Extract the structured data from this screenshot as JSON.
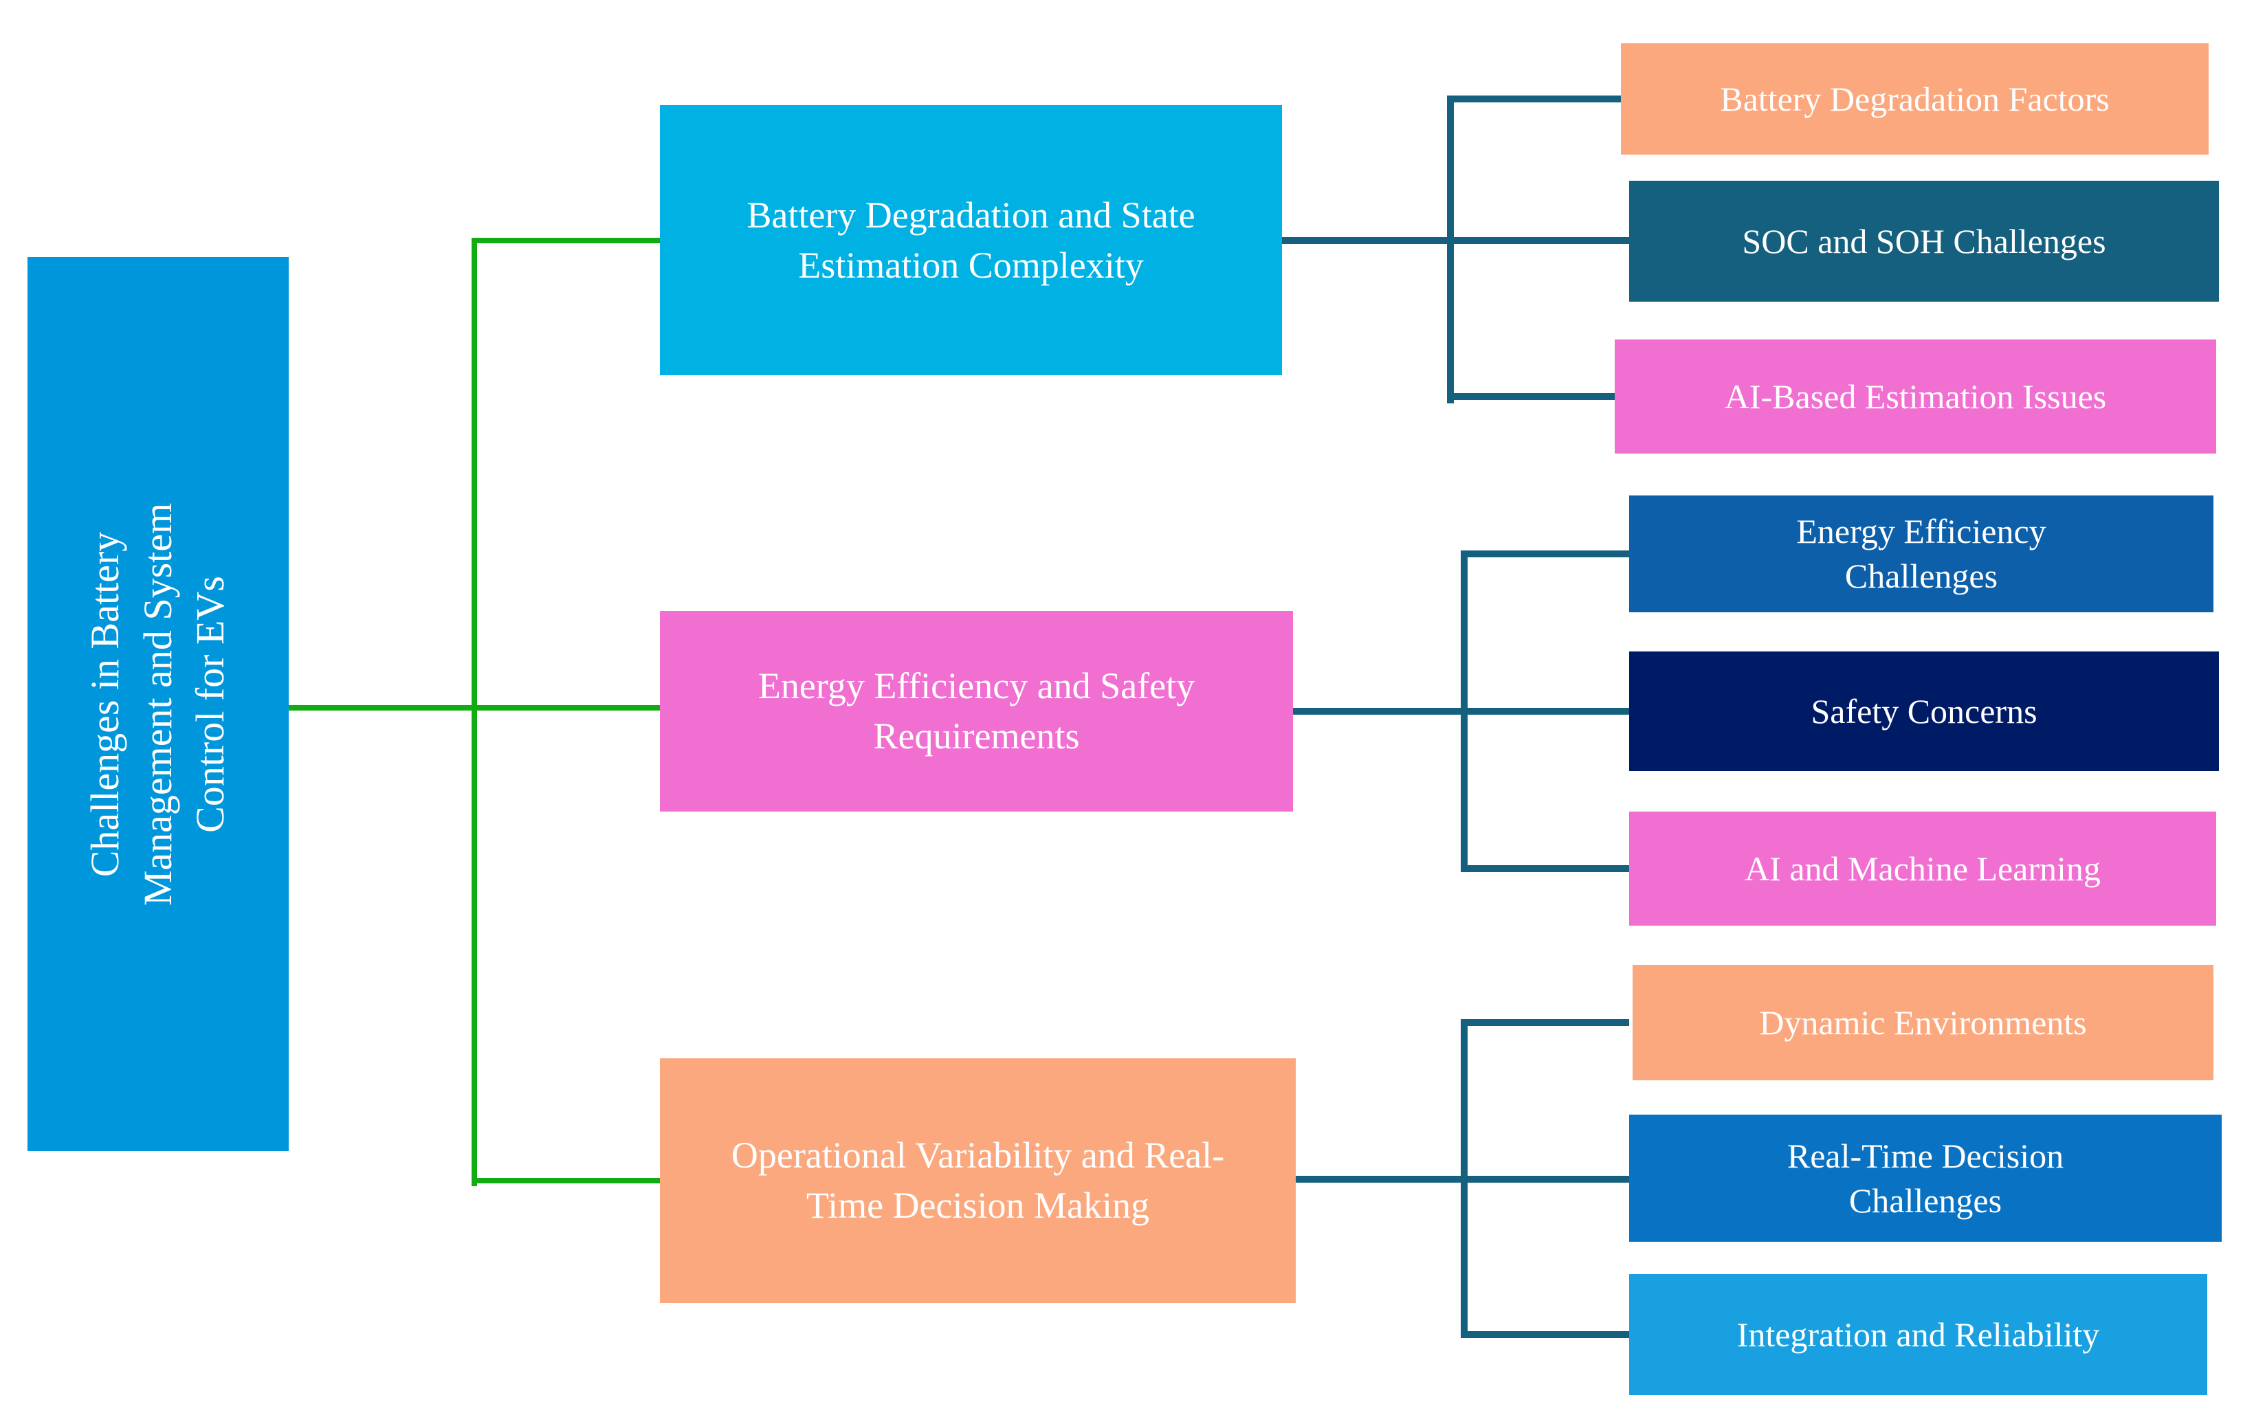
{
  "root": {
    "label": "Challenges in Battery Management and System Control for EVs",
    "bg": "#0096DC"
  },
  "branches": [
    {
      "label": "Battery Degradation and State Estimation Complexity",
      "bg": "#00B1E4",
      "children": [
        {
          "label": "Battery Degradation Factors",
          "bg": "#FCA87E"
        },
        {
          "label": "SOC and SOH Challenges",
          "bg": "#15607F"
        },
        {
          "label": "AI-Based Estimation Issues",
          "bg": "#F06FD1"
        }
      ]
    },
    {
      "label": "Energy Efficiency and Safety Requirements",
      "bg": "#F06FD1",
      "children": [
        {
          "label": "Energy Efficiency Challenges",
          "bg": "#0C5FA8"
        },
        {
          "label": "Safety Concerns",
          "bg": "#001B66"
        },
        {
          "label": "AI and Machine Learning",
          "bg": "#F06FD1"
        }
      ]
    },
    {
      "label": "Operational Variability and Real-Time Decision Making",
      "bg": "#FCA87E",
      "children": [
        {
          "label": "Dynamic Environments",
          "bg": "#FCA87E"
        },
        {
          "label": "Real-Time Decision Challenges",
          "bg": "#0A72C3"
        },
        {
          "label": "Integration and Reliability",
          "bg": "#18A0E0"
        }
      ]
    }
  ],
  "colors": {
    "connector_level1": "#10AC12",
    "connector_level2": "#14607E",
    "text": "#FFFFFF"
  }
}
